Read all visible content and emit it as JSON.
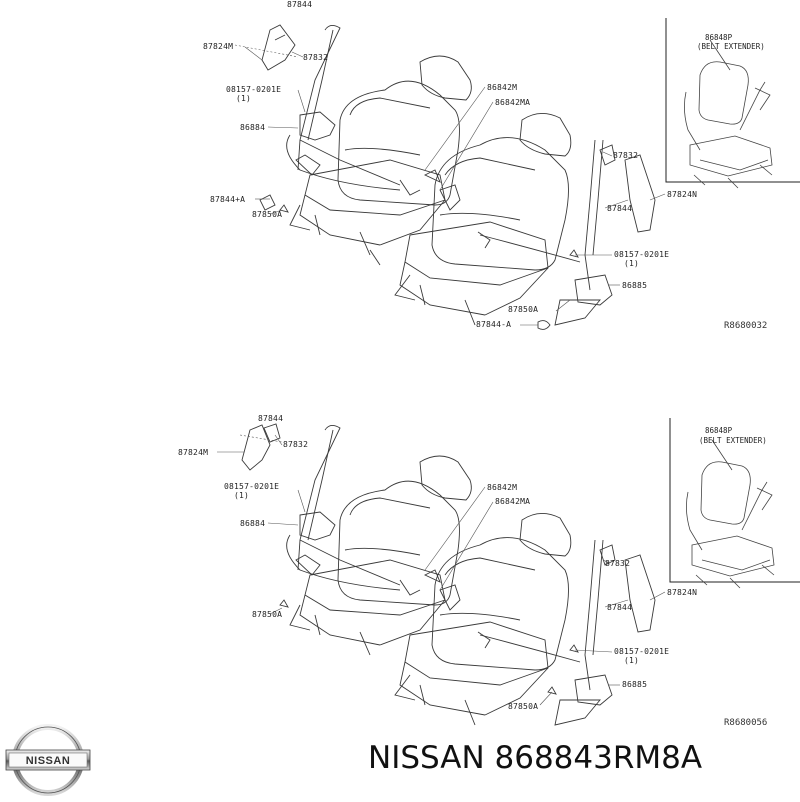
{
  "diagram_top": {
    "ref_code": "R8680032",
    "inset": {
      "part": "86848P",
      "description": "(BELT EXTENDER)"
    },
    "labels": {
      "p87844_top": "87844",
      "p87824m": "87824M",
      "p87832_left": "87832",
      "p08157_left": "08157-0201E",
      "p08157_left_qty": "(1)",
      "p86884": "86884",
      "p87844a_left": "87844+A",
      "p87850a_left": "87850A",
      "p86842m": "86842M",
      "p86842ma": "86842MA",
      "p87832_right": "87832",
      "p87824n": "87824N",
      "p87844_right": "87844",
      "p08157_right": "08157-0201E",
      "p08157_right_qty": "(1)",
      "p86885": "86885",
      "p87850a_right": "87850A",
      "p87844a_right": "87844-A"
    }
  },
  "diagram_bottom": {
    "ref_code": "R8680056",
    "inset": {
      "part": "86848P",
      "description": "(BELT EXTENDER)"
    },
    "labels": {
      "p87844_top": "87844",
      "p87824m": "87824M",
      "p87832_left": "87832",
      "p08157_left": "08157-0201E",
      "p08157_left_qty": "(1)",
      "p86884": "86884",
      "p87850a_left": "87850A",
      "p86842m": "86842M",
      "p86842ma": "86842MA",
      "p87832_right": "87832",
      "p87824n": "87824N",
      "p87844_right": "87844",
      "p08157_right": "08157-0201E",
      "p08157_right_qty": "(1)",
      "p86885": "86885",
      "p87850a_right": "87850A"
    }
  },
  "footer": {
    "brand_logo_text": "NISSAN",
    "title": "NISSAN 868843RM8A"
  }
}
